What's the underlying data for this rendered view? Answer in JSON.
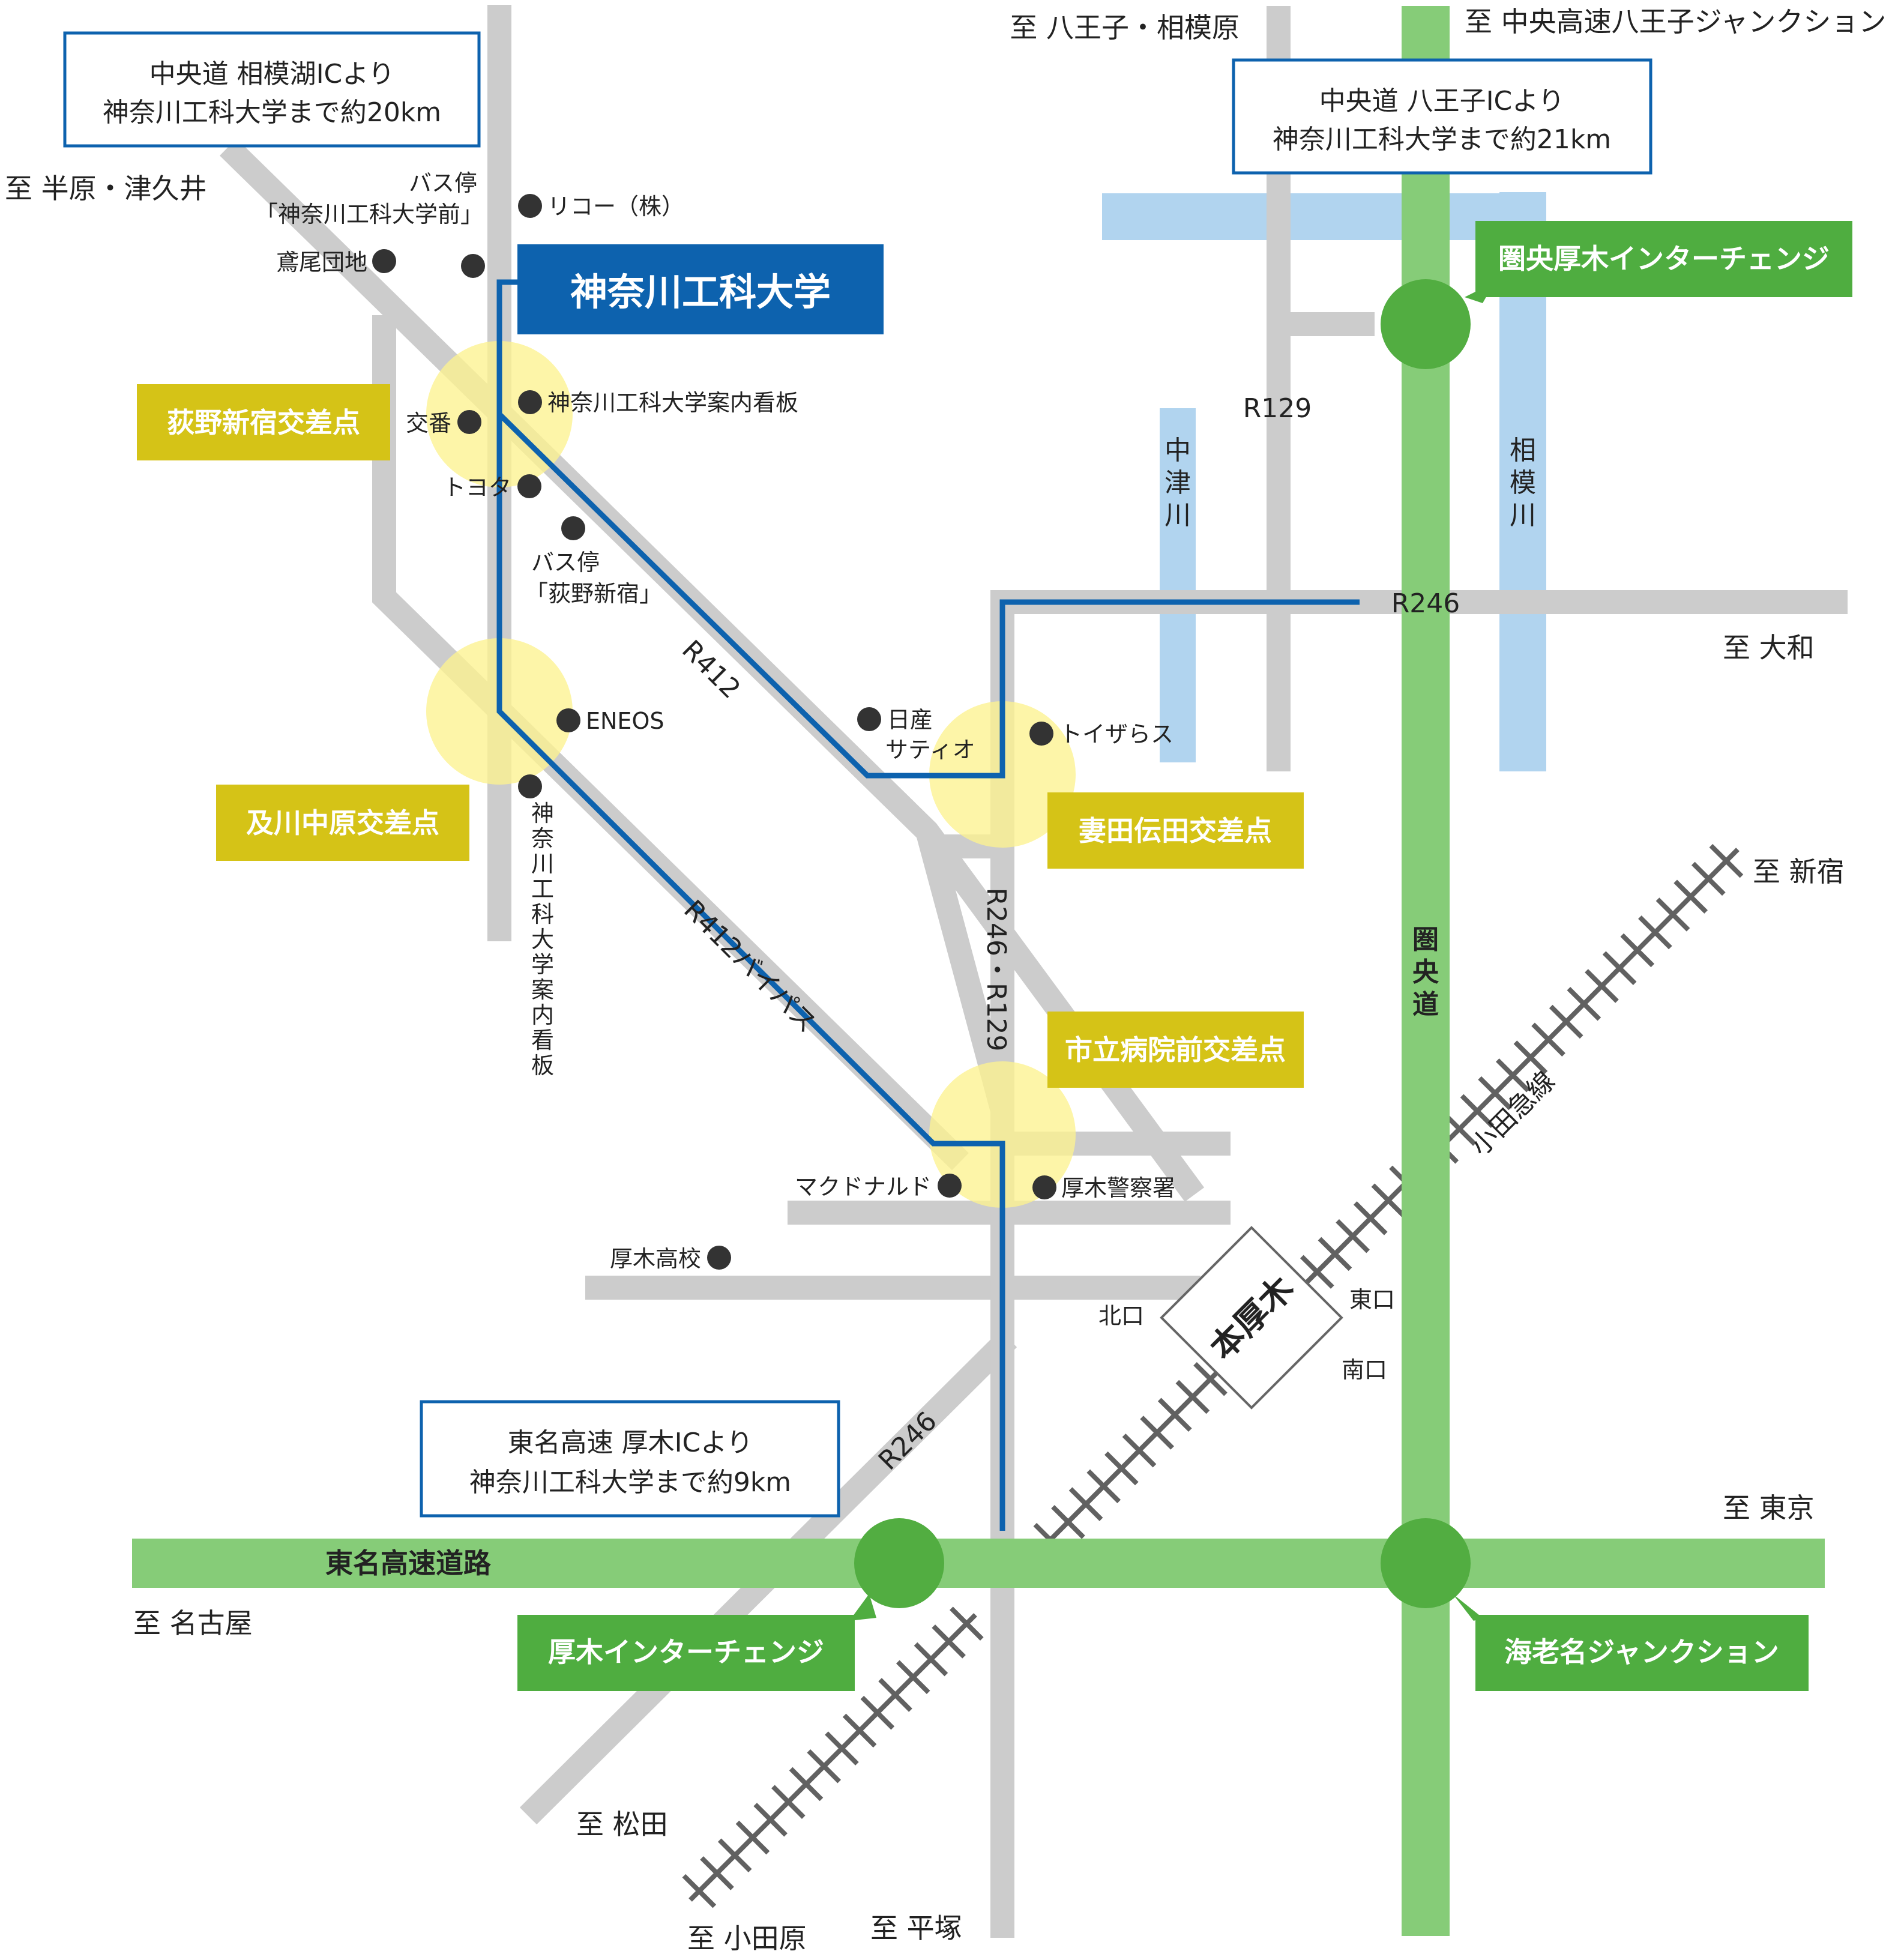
{
  "colors": {
    "road": "#cccccc",
    "expressway": "#86cc78",
    "river": "#b1d4ef",
    "route": "#0d62ae",
    "crossing": "#fdf28f",
    "crossing_label_bg": "#d5c317",
    "ic_label_bg": "#4fad40",
    "ic_circle": "#52ad41",
    "campus_bg": "#0d62ae",
    "rail": "#616161",
    "text": "#222222"
  },
  "directions": {
    "hachioji_sagamihara": "至 八王子・相模原",
    "chuo_hachioji_jct": "至 中央高速八王子ジャンクション",
    "haibara_tsukui": "至 半原・津久井",
    "yamato": "至 大和",
    "shinjuku": "至 新宿",
    "tokyo": "至 東京",
    "nagoya": "至 名古屋",
    "matsuda": "至 松田",
    "odawara": "至 小田原",
    "hiratsuka": "至 平塚"
  },
  "info_boxes": {
    "sagamiko_line1": "中央道 相模湖ICより",
    "sagamiko_line2": "神奈川工科大学まで約20km",
    "hachioji_line1": "中央道 八王子ICより",
    "hachioji_line2": "神奈川工科大学まで約21km",
    "atsugi_line1": "東名高速 厚木ICより",
    "atsugi_line2": "神奈川工科大学まで約9km"
  },
  "campus": "神奈川工科大学",
  "station": "本厚木",
  "crossings": {
    "ogino": "荻野新宿交差点",
    "oikawa": "及川中原交差点",
    "tsumada": "妻田伝田交差点",
    "hospital": "市立病院前交差点"
  },
  "interchanges": {
    "ken_o_atsugi": "圏央厚木インターチェンジ",
    "atsugi": "厚木インターチェンジ",
    "ebina": "海老名ジャンクション"
  },
  "roads": {
    "r129": "R129",
    "r246": "R246",
    "r412": "R412",
    "r412_bypass": "R412バイパス",
    "r246_r129": "R246・R129",
    "r246_sw": "R246",
    "tomei": "東名高速道路",
    "kenodo": "圏央道",
    "odakyu": "小田急線"
  },
  "rivers": {
    "nakatsu": "中津川",
    "sagami": "相模川"
  },
  "landmarks": {
    "bus_stop_campus_1": "バス停",
    "bus_stop_campus_2": "「神奈川工科大学前」",
    "ricoh": "リコー（株）",
    "takanoo": "鳶尾団地",
    "sign_1": "神奈川工科大学案内看板",
    "koban": "交番",
    "toyota": "トヨタ",
    "bus_stop_ogino_1": "バス停",
    "bus_stop_ogino_2": "「荻野新宿」",
    "eneos": "ENEOS",
    "sign_2": "神奈川工科大学案内看板",
    "nissan_1": "日産",
    "nissan_2": "サティオ",
    "toysrus": "トイザらス",
    "mcdonalds": "マクドナルド",
    "police": "厚木警察署",
    "atsugi_hs": "厚木高校",
    "north_exit": "北口",
    "east_exit": "東口",
    "south_exit": "南口"
  }
}
